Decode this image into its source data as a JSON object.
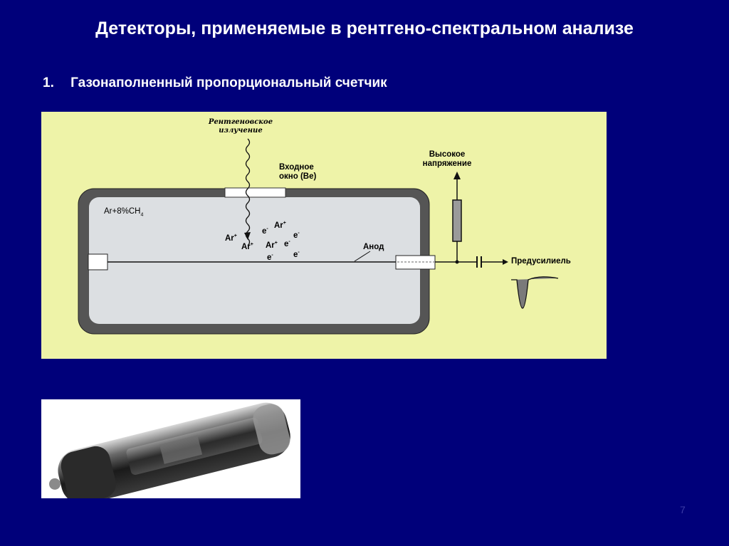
{
  "slide": {
    "title": "Детекторы, применяемые в рентгено-спектральном анализе",
    "item_number": "1.",
    "item_label": "Газонаполненный пропорциональный счетчик",
    "page_number": "7"
  },
  "diagram": {
    "xray_label_line1": "Рентгеновское",
    "xray_label_line2": "излучение",
    "window_label_line1": "Входное",
    "window_label_line2": "окно (Be)",
    "gas_label": "Ar+8%CH",
    "gas_subscript": "4",
    "high_voltage_line1": "Высокое",
    "high_voltage_line2": "напряжение",
    "anode_label": "Анод",
    "preamp_label": "Предусилиель",
    "ion_label": "Ar",
    "ion_charge": "+",
    "electron_label": "e",
    "electron_charge": "-"
  },
  "colors": {
    "background": "#00007a",
    "panel": "#eef3a8",
    "chamber_wall": "#555555",
    "chamber_gas": "#dcdfe2",
    "resistor": "#9a9a9a"
  }
}
